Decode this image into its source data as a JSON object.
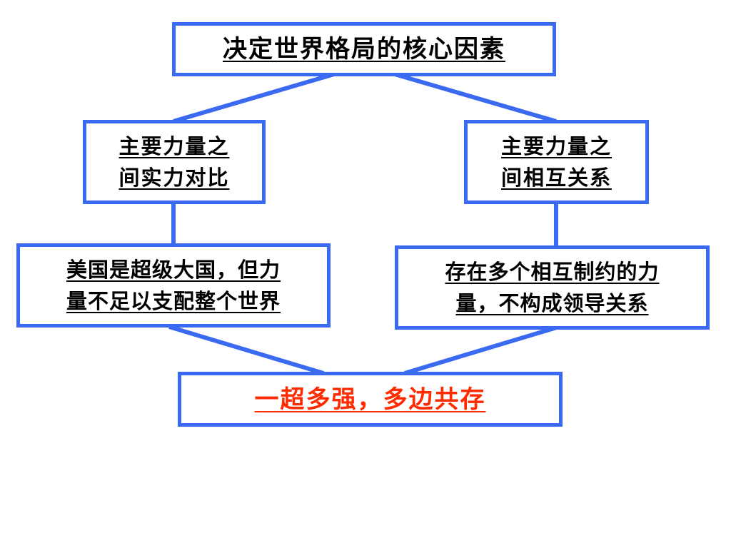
{
  "diagram": {
    "top_node": "决定世界格局的核心因素",
    "left_middle_node": "主要力量之\n间实力对比",
    "right_middle_node": "主要力量之\n间相互关系",
    "left_lower_node": "美国是超级大国，但力\n量不足以支配整个世界",
    "right_lower_node": " 存在多个相互制约的力\n量，不构成领导关系",
    "bottom_node": "一超多强，多边共存"
  },
  "colors": {
    "border": "#3b6af2",
    "connector": "#3b6af2",
    "text": "#000000",
    "conclusion_text": "#ff2a00"
  }
}
